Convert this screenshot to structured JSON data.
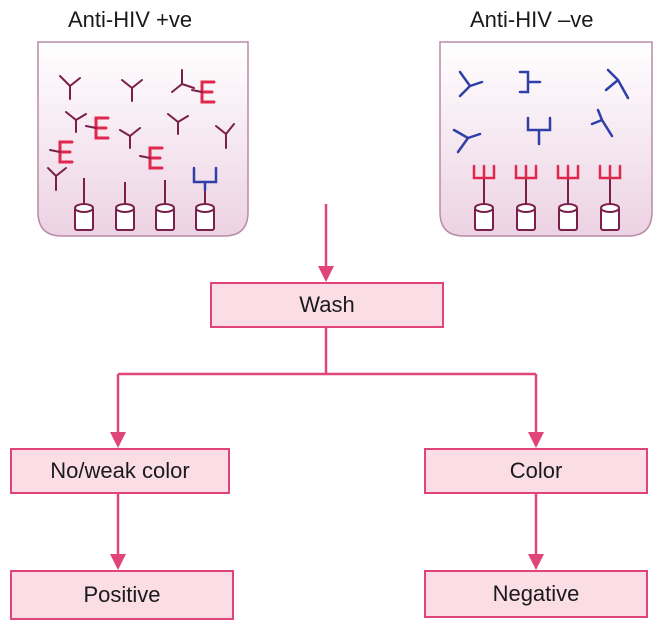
{
  "panels": {
    "left_title": "Anti-HIV +ve",
    "right_title": "Anti-HIV –ve"
  },
  "flow": {
    "wash": "Wash",
    "left_result": "No/weak color",
    "right_result": "Color",
    "left_conclusion": "Positive",
    "right_conclusion": "Negative"
  },
  "colors": {
    "arrow": "#e0457a",
    "box_fill": "#fbdde6",
    "box_border": "#e0457a",
    "well_fill": "#f3dfec",
    "well_border": "#b98aa6",
    "antibody_dark": "#7a1f49",
    "antibody_red": "#e0284f",
    "antibody_blue": "#2f3ea8"
  }
}
